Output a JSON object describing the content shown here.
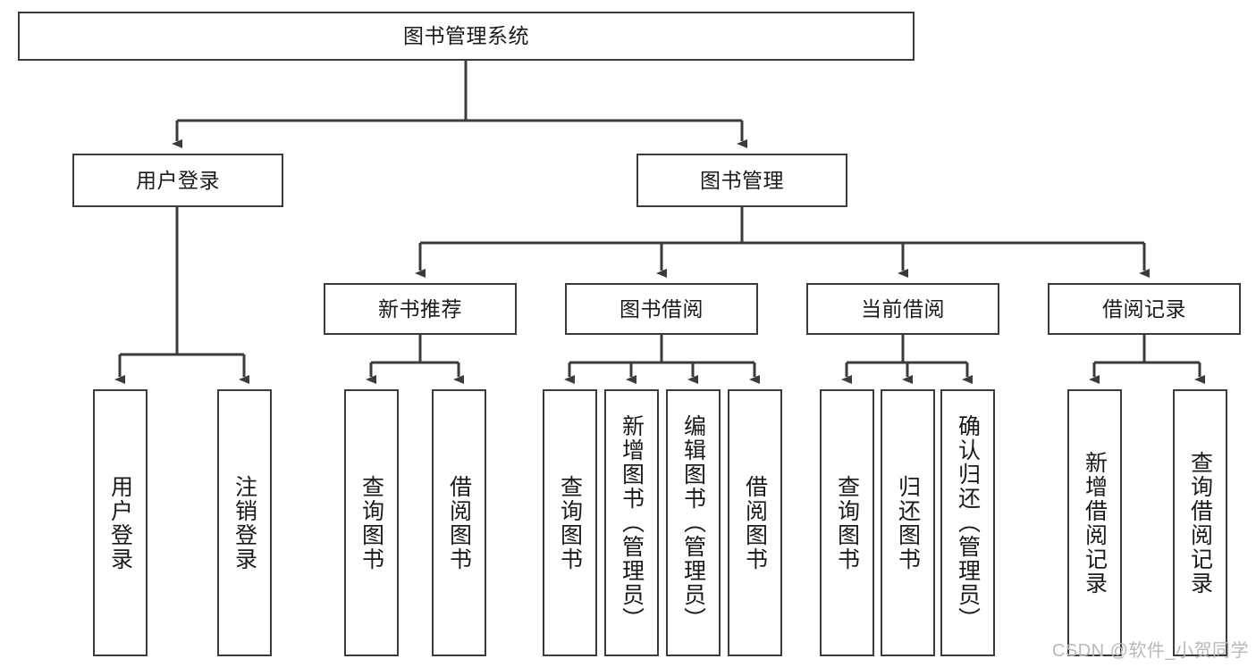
{
  "diagram": {
    "title": "图书管理系统",
    "type": "tree-hierarchy",
    "root": {
      "label": "图书管理系统"
    },
    "level2": [
      {
        "label": "用户登录"
      },
      {
        "label": "图书管理"
      }
    ],
    "level3": [
      {
        "label": "新书推荐"
      },
      {
        "label": "图书借阅"
      },
      {
        "label": "当前借阅"
      },
      {
        "label": "借阅记录"
      }
    ],
    "leaves": {
      "user_login": [
        {
          "label": "用户登录"
        },
        {
          "label": "注销登录"
        }
      ],
      "new_book_recommend": [
        {
          "label": "查询图书"
        },
        {
          "label": "借阅图书"
        }
      ],
      "book_borrow": [
        {
          "label": "查询图书"
        },
        {
          "label": "新增图书（管理员）"
        },
        {
          "label": "编辑图书（管理员）"
        },
        {
          "label": "借阅图书"
        }
      ],
      "current_borrow": [
        {
          "label": "查询图书"
        },
        {
          "label": "归还图书"
        },
        {
          "label": "确认归还（管理员）"
        }
      ],
      "borrow_record": [
        {
          "label": "新增借阅记录"
        },
        {
          "label": "查询借阅记录"
        }
      ]
    }
  },
  "watermark": {
    "text": "CSDN @软件_小贺同学"
  },
  "colors": {
    "stroke": "#3b3b3b",
    "text": "#1a1a1a",
    "background": "#ffffff",
    "watermark": "#b9b9b9"
  }
}
